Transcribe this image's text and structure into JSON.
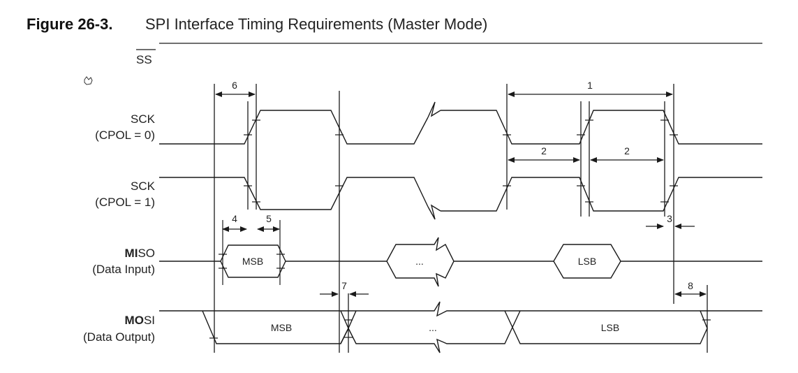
{
  "figure": {
    "number": "Figure 26-3.",
    "title": "SPI Interface Timing Requirements (Master Mode)"
  },
  "signals": {
    "ss": "SS",
    "sck0_name": "SCK",
    "sck0_mode": "(CPOL = 0)",
    "sck1_name": "SCK",
    "sck1_mode": "(CPOL = 1)",
    "miso_bold": "MI",
    "miso_rest": "SO",
    "miso_desc": "(Data Input)",
    "mosi_bold": "MO",
    "mosi_rest": "SI",
    "mosi_desc": "(Data Output)"
  },
  "data_cells": {
    "miso_msb": "MSB",
    "miso_mid": "...",
    "miso_lsb": "LSB",
    "mosi_msb": "MSB",
    "mosi_mid": "...",
    "mosi_lsb": "LSB"
  },
  "timing_params": {
    "p1": "1",
    "p2a": "2",
    "p2b": "2",
    "p3": "3",
    "p4": "4",
    "p5": "5",
    "p6": "6",
    "p7": "7",
    "p8": "8"
  }
}
